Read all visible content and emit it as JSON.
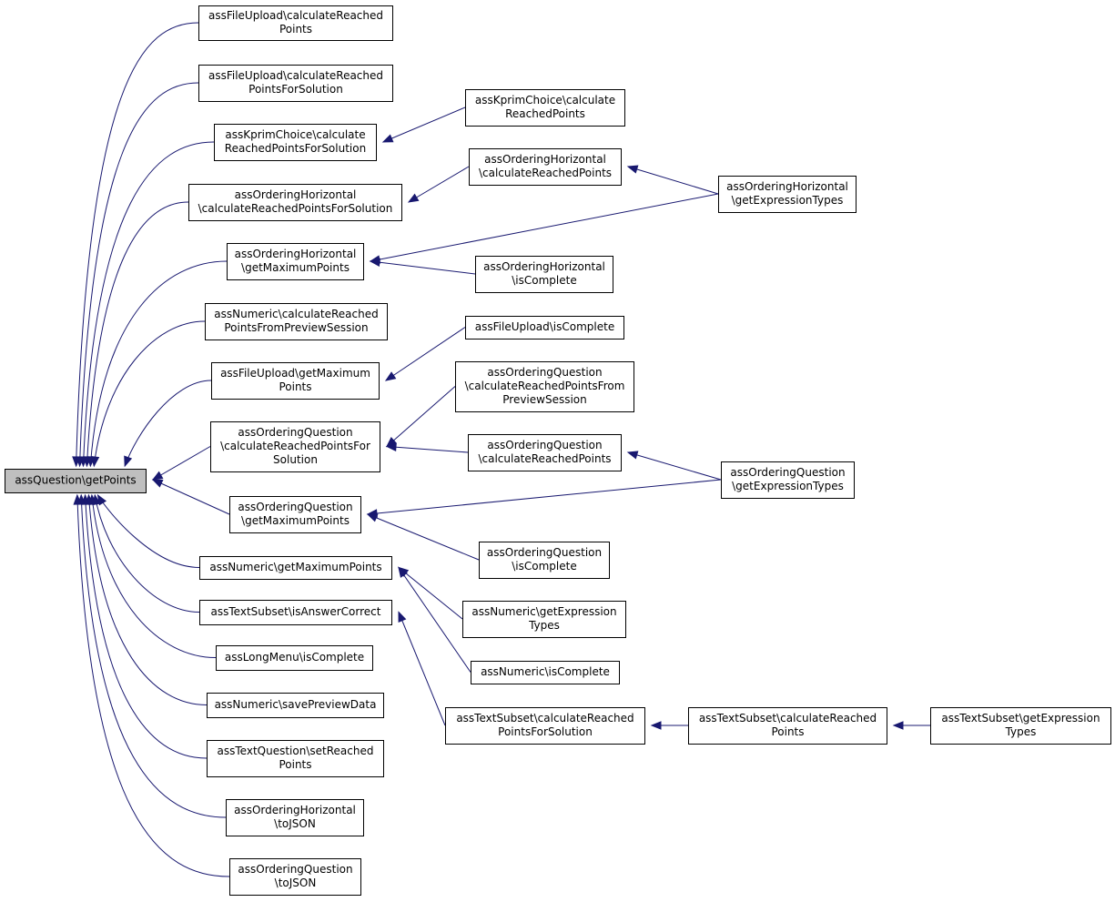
{
  "graph": {
    "root": "root",
    "edge_color": "#191970",
    "root_fill": "#bfbfbf",
    "nodes": [
      {
        "id": "root",
        "lines": [
          "assQuestion\\getPoints"
        ]
      },
      {
        "id": "fu_calc",
        "lines": [
          "assFileUpload\\calculateReached",
          "Points"
        ]
      },
      {
        "id": "fu_calcsol",
        "lines": [
          "assFileUpload\\calculateReached",
          "PointsForSolution"
        ]
      },
      {
        "id": "kp_calcsol",
        "lines": [
          "assKprimChoice\\calculate",
          "ReachedPointsForSolution"
        ]
      },
      {
        "id": "kp_calc",
        "lines": [
          "assKprimChoice\\calculate",
          "ReachedPoints"
        ]
      },
      {
        "id": "oh_calcsol",
        "lines": [
          "assOrderingHorizontal",
          "\\calculateReachedPointsForSolution"
        ]
      },
      {
        "id": "oh_calc",
        "lines": [
          "assOrderingHorizontal",
          "\\calculateReachedPoints"
        ]
      },
      {
        "id": "oh_expr",
        "lines": [
          "assOrderingHorizontal",
          "\\getExpressionTypes"
        ]
      },
      {
        "id": "oh_max",
        "lines": [
          "assOrderingHorizontal",
          "\\getMaximumPoints"
        ]
      },
      {
        "id": "oh_complete",
        "lines": [
          "assOrderingHorizontal",
          "\\isComplete"
        ]
      },
      {
        "id": "num_preview",
        "lines": [
          "assNumeric\\calculateReached",
          "PointsFromPreviewSession"
        ]
      },
      {
        "id": "fu_max",
        "lines": [
          "assFileUpload\\getMaximum",
          "Points"
        ]
      },
      {
        "id": "fu_complete",
        "lines": [
          "assFileUpload\\isComplete"
        ]
      },
      {
        "id": "oq_calcsol",
        "lines": [
          "assOrderingQuestion",
          "\\calculateReachedPointsFor",
          "Solution"
        ]
      },
      {
        "id": "oq_preview",
        "lines": [
          "assOrderingQuestion",
          "\\calculateReachedPointsFrom",
          "PreviewSession"
        ]
      },
      {
        "id": "oq_calc",
        "lines": [
          "assOrderingQuestion",
          "\\calculateReachedPoints"
        ]
      },
      {
        "id": "oq_expr",
        "lines": [
          "assOrderingQuestion",
          "\\getExpressionTypes"
        ]
      },
      {
        "id": "oq_max",
        "lines": [
          "assOrderingQuestion",
          "\\getMaximumPoints"
        ]
      },
      {
        "id": "oq_complete",
        "lines": [
          "assOrderingQuestion",
          "\\isComplete"
        ]
      },
      {
        "id": "num_max",
        "lines": [
          "assNumeric\\getMaximumPoints"
        ]
      },
      {
        "id": "num_expr",
        "lines": [
          "assNumeric\\getExpression",
          "Types"
        ]
      },
      {
        "id": "num_complete",
        "lines": [
          "assNumeric\\isComplete"
        ]
      },
      {
        "id": "ts_correct",
        "lines": [
          "assTextSubset\\isAnswerCorrect"
        ]
      },
      {
        "id": "ts_calcsol",
        "lines": [
          "assTextSubset\\calculateReached",
          "PointsForSolution"
        ]
      },
      {
        "id": "ts_calc",
        "lines": [
          "assTextSubset\\calculateReached",
          "Points"
        ]
      },
      {
        "id": "ts_expr",
        "lines": [
          "assTextSubset\\getExpression",
          "Types"
        ]
      },
      {
        "id": "lm_complete",
        "lines": [
          "assLongMenu\\isComplete"
        ]
      },
      {
        "id": "num_save",
        "lines": [
          "assNumeric\\savePreviewData"
        ]
      },
      {
        "id": "tq_set",
        "lines": [
          "assTextQuestion\\setReached",
          "Points"
        ]
      },
      {
        "id": "oh_json",
        "lines": [
          "assOrderingHorizontal",
          "\\toJSON"
        ]
      },
      {
        "id": "oq_json",
        "lines": [
          "assOrderingQuestion",
          "\\toJSON"
        ]
      }
    ],
    "edges": [
      {
        "from": "fu_calc",
        "to": "root"
      },
      {
        "from": "fu_calcsol",
        "to": "root"
      },
      {
        "from": "kp_calcsol",
        "to": "root"
      },
      {
        "from": "kp_calc",
        "to": "kp_calcsol"
      },
      {
        "from": "oh_calcsol",
        "to": "root"
      },
      {
        "from": "oh_calc",
        "to": "oh_calcsol"
      },
      {
        "from": "oh_expr",
        "to": "oh_calc"
      },
      {
        "from": "oh_max",
        "to": "root"
      },
      {
        "from": "oh_expr",
        "to": "oh_max"
      },
      {
        "from": "oh_complete",
        "to": "oh_max"
      },
      {
        "from": "num_preview",
        "to": "root"
      },
      {
        "from": "fu_max",
        "to": "root"
      },
      {
        "from": "fu_complete",
        "to": "fu_max"
      },
      {
        "from": "oq_calcsol",
        "to": "root"
      },
      {
        "from": "oq_preview",
        "to": "oq_calcsol"
      },
      {
        "from": "oq_calc",
        "to": "oq_calcsol"
      },
      {
        "from": "oq_expr",
        "to": "oq_calc"
      },
      {
        "from": "oq_max",
        "to": "root"
      },
      {
        "from": "oq_expr",
        "to": "oq_max"
      },
      {
        "from": "oq_complete",
        "to": "oq_max"
      },
      {
        "from": "num_max",
        "to": "root"
      },
      {
        "from": "num_expr",
        "to": "num_max"
      },
      {
        "from": "num_complete",
        "to": "num_max"
      },
      {
        "from": "ts_correct",
        "to": "root"
      },
      {
        "from": "ts_calcsol",
        "to": "ts_correct"
      },
      {
        "from": "ts_calc",
        "to": "ts_calcsol"
      },
      {
        "from": "ts_expr",
        "to": "ts_calc"
      },
      {
        "from": "lm_complete",
        "to": "root"
      },
      {
        "from": "num_save",
        "to": "root"
      },
      {
        "from": "tq_set",
        "to": "root"
      },
      {
        "from": "oh_json",
        "to": "root"
      },
      {
        "from": "oq_json",
        "to": "root"
      }
    ]
  }
}
